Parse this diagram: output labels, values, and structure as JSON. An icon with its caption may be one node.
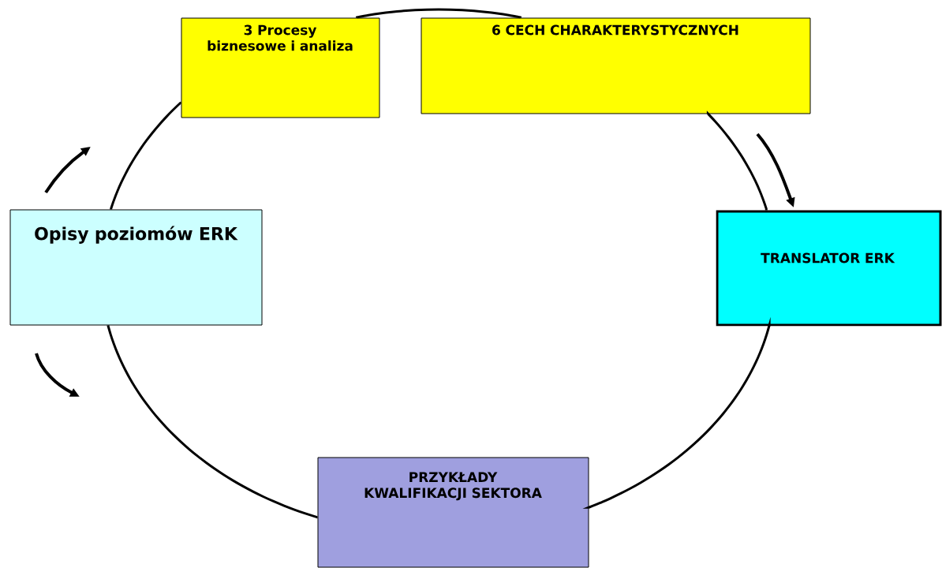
{
  "diagram": {
    "nodes": [
      {
        "text": [
          "Opisy poziomów ERK"
        ]
      },
      {
        "text": [
          "3 Procesy biznesowe i analiza"
        ]
      },
      {
        "text": [
          "6 CECH CHARAKTERYSTYCZNYCH"
        ]
      },
      {
        "text": [
          "TRANSLATOR ERK"
        ]
      },
      {
        "text": [
          "PRZYKŁADY KWALIFIKACJI SEKTORA"
        ]
      }
    ],
    "edges": [
      {
        "from": 0,
        "to": 1,
        "arrow": "none"
      },
      {
        "from": 1,
        "to": 2,
        "arrow": "none"
      },
      {
        "from": 2,
        "to": 3,
        "arrow": "none"
      },
      {
        "from": 3,
        "to": 4,
        "arrow": "none"
      },
      {
        "from": 4,
        "to": 0,
        "arrow": "none"
      }
    ]
  }
}
